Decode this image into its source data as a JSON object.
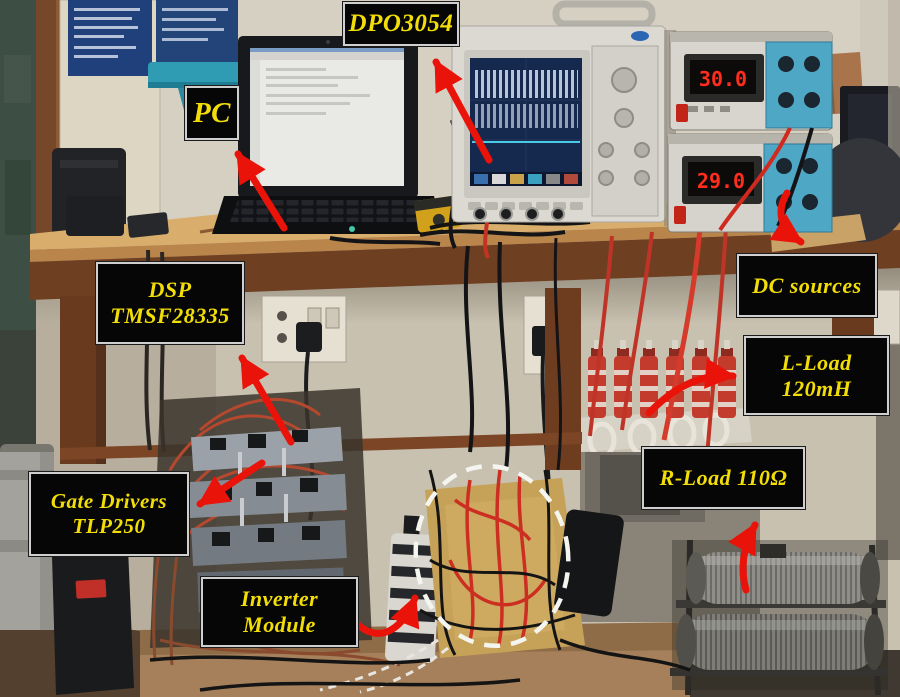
{
  "figure": {
    "type": "photograph",
    "description": "Laboratory experimental test bench with annotated power-electronics equipment"
  },
  "labels": {
    "dpo3054": {
      "lines": [
        "DPO3054"
      ]
    },
    "pc": {
      "lines": [
        "PC"
      ]
    },
    "dsp": {
      "lines": [
        "DSP",
        "TMSF28335"
      ]
    },
    "dc_sources": {
      "lines": [
        "DC sources"
      ]
    },
    "l_load": {
      "lines": [
        "L-Load",
        "120mH"
      ]
    },
    "r_load": {
      "lines": [
        "R-Load 110Ω"
      ]
    },
    "gate_drivers": {
      "lines": [
        "Gate Drivers",
        "TLP250"
      ]
    },
    "inverter": {
      "lines": [
        "Inverter",
        "Module"
      ]
    }
  },
  "instruments": {
    "dc_supply_top_display": "30.0",
    "dc_supply_bottom_display": "29.0"
  },
  "colors": {
    "label_bg": "#060606",
    "label_border": "#cfcfcf",
    "label_text": "#f2de06",
    "arrow": "#ea1309",
    "seven_segment": "#ff2d1c",
    "scope_screen": "#15284e"
  }
}
